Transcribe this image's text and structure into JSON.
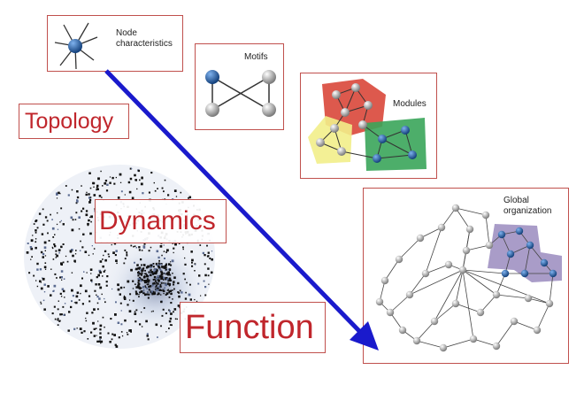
{
  "labels": {
    "node_characteristics": "Node\ncharacteristics",
    "motifs": "Motifs",
    "modules": "Modules",
    "global_organization": "Global\norganization",
    "topology": "Topology",
    "dynamics": "Dynamics",
    "function": "Function"
  },
  "colors": {
    "frame": "#c0504d",
    "word_text": "#c0262c",
    "arrow": "#1a1acc",
    "node_blue": "#1f5fa8",
    "node_gray": "#b0b0b0",
    "module_red": "#d9473a",
    "module_yellow": "#f2ee8a",
    "module_green": "#3aa55a",
    "module_purple": "#8c7bb5"
  },
  "icons": [
    "hub-node-icon",
    "motif-graph-icon",
    "module-graph-icon",
    "network-graph-icon",
    "point-cloud-icon",
    "flow-arrow-icon"
  ]
}
